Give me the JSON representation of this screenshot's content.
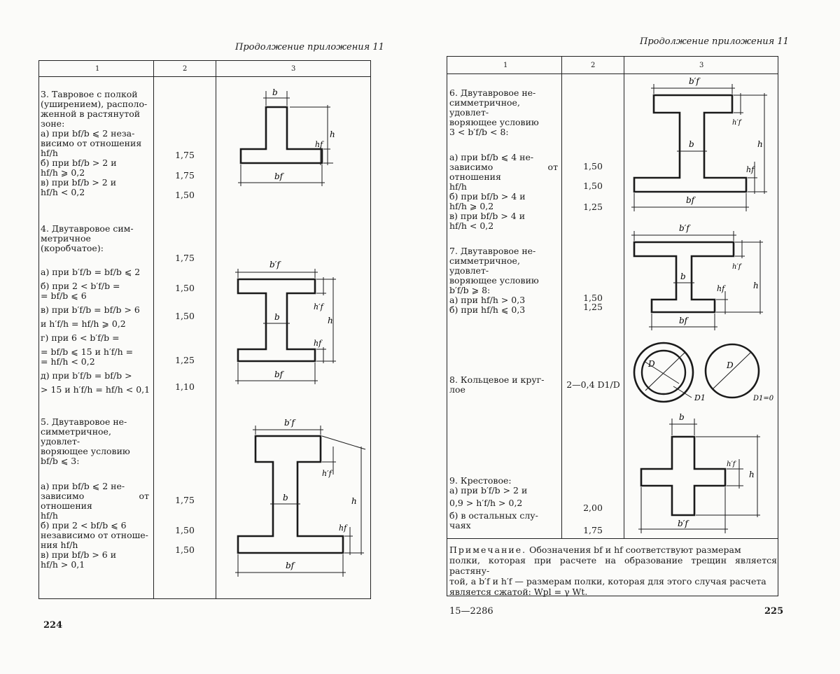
{
  "left_page": {
    "header": "Продолжение приложения 11",
    "page_number": "224",
    "col_headers": [
      "1",
      "2",
      "3"
    ],
    "rows": [
      {
        "lines": [
          "3. Тавровое с полкой",
          "(уширением), располо-",
          "женной в растянутой",
          "зоне:",
          "а) при bf/b ⩽ 2 неза-",
          "висимо от отношения",
          "hf/h",
          "б) при bf/b > 2 и",
          "hf/h ⩾ 0,2",
          "в) при bf/b > 2 и",
          "hf/h < 0,2"
        ],
        "values": [
          "1,75",
          "1,75",
          "1,50"
        ]
      },
      {
        "lines": [
          "4. Двутавровое сим-",
          "метричное (коробчатое):",
          "",
          "а) при b′f/b = bf/b ⩽ 2",
          "б) при 2 < b′f/b =",
          "= bf/b ⩽ 6",
          "в) при b′f/b = bf/b > 6",
          "и h′f/h = hf/h ⩾ 0,2",
          "г) при 6 < b′f/b =",
          "= bf/b ⩽ 15 и h′f/h =",
          "= hf/h < 0,2",
          "д) при b′f/b = bf/b >",
          "> 15 и h′f/h = hf/h < 0,1"
        ],
        "values": [
          "1,75",
          "1,50",
          "1,50",
          "1,25",
          "1,10"
        ]
      },
      {
        "lines": [
          "5. Двутавровое не-",
          "симметричное, удовлет-",
          "воряющее условию",
          "bf/b ⩽ 3:",
          "",
          "а) при bf/b ⩽ 2 не-",
          "зависимо от отношения",
          "hf/h",
          "б) при 2 < bf/b ⩽ 6",
          "независимо от отноше-",
          "ния hf/h",
          "в) при bf/b > 6 и",
          "hf/h > 0,1"
        ],
        "values": [
          "1,75",
          "1,50",
          "1,50"
        ]
      }
    ]
  },
  "right_page": {
    "header": "Продолжение приложения 11",
    "page_number": "225",
    "footer_code": "15—2286",
    "col_headers": [
      "1",
      "2",
      "3"
    ],
    "rows": [
      {
        "lines": [
          "6. Двутавровое не-",
          "симметричное, удовлет-",
          "воряющее условию",
          "3 < b′f/b < 8:",
          "",
          "а) при bf/b ⩽ 4 не-",
          "зависимо от отношения",
          "hf/h",
          "б) при bf/b > 4 и",
          "hf/h ⩾ 0,2",
          "в) при bf/b > 4 и",
          "hf/h < 0,2"
        ],
        "values": [
          "1,50",
          "1,50",
          "1,25"
        ]
      },
      {
        "lines": [
          "7. Двутавровое не-",
          "симметричное, удовлет-",
          "воряющее условию",
          "b′f/b ⩾ 8:",
          "а) при hf/h > 0,3",
          "б) при hf/h ⩽ 0,3"
        ],
        "values": [
          "1,50",
          "1,25"
        ]
      },
      {
        "lines": [
          "8. Кольцевое и круг-",
          "лое"
        ],
        "formula": "2—0,4 D1/D"
      },
      {
        "lines": [
          "9. Крестовое:",
          "а) при b′f/b > 2 и",
          "0,9 > h′f/h > 0,2",
          "б) в остальных слу-",
          "чаях"
        ],
        "values": [
          "2,00",
          "1,75"
        ]
      }
    ],
    "note_title": "Примечание.",
    "note_lines": [
      "Обозначения bf и hf соответствуют размерам",
      "полки, которая при расчете на образование трещин является растяну-",
      "той, а b′f и h′f — размерам полки, которая для этого случая расчета",
      "является сжатой: Wpl = γ Wt."
    ]
  },
  "figure_labels": {
    "b": "b",
    "bf": "bf",
    "bf_prime": "b′f",
    "h": "h",
    "hf": "hf",
    "hf_prime": "h′f",
    "D": "D",
    "D1": "D1",
    "D1_zero": "D1=0"
  }
}
